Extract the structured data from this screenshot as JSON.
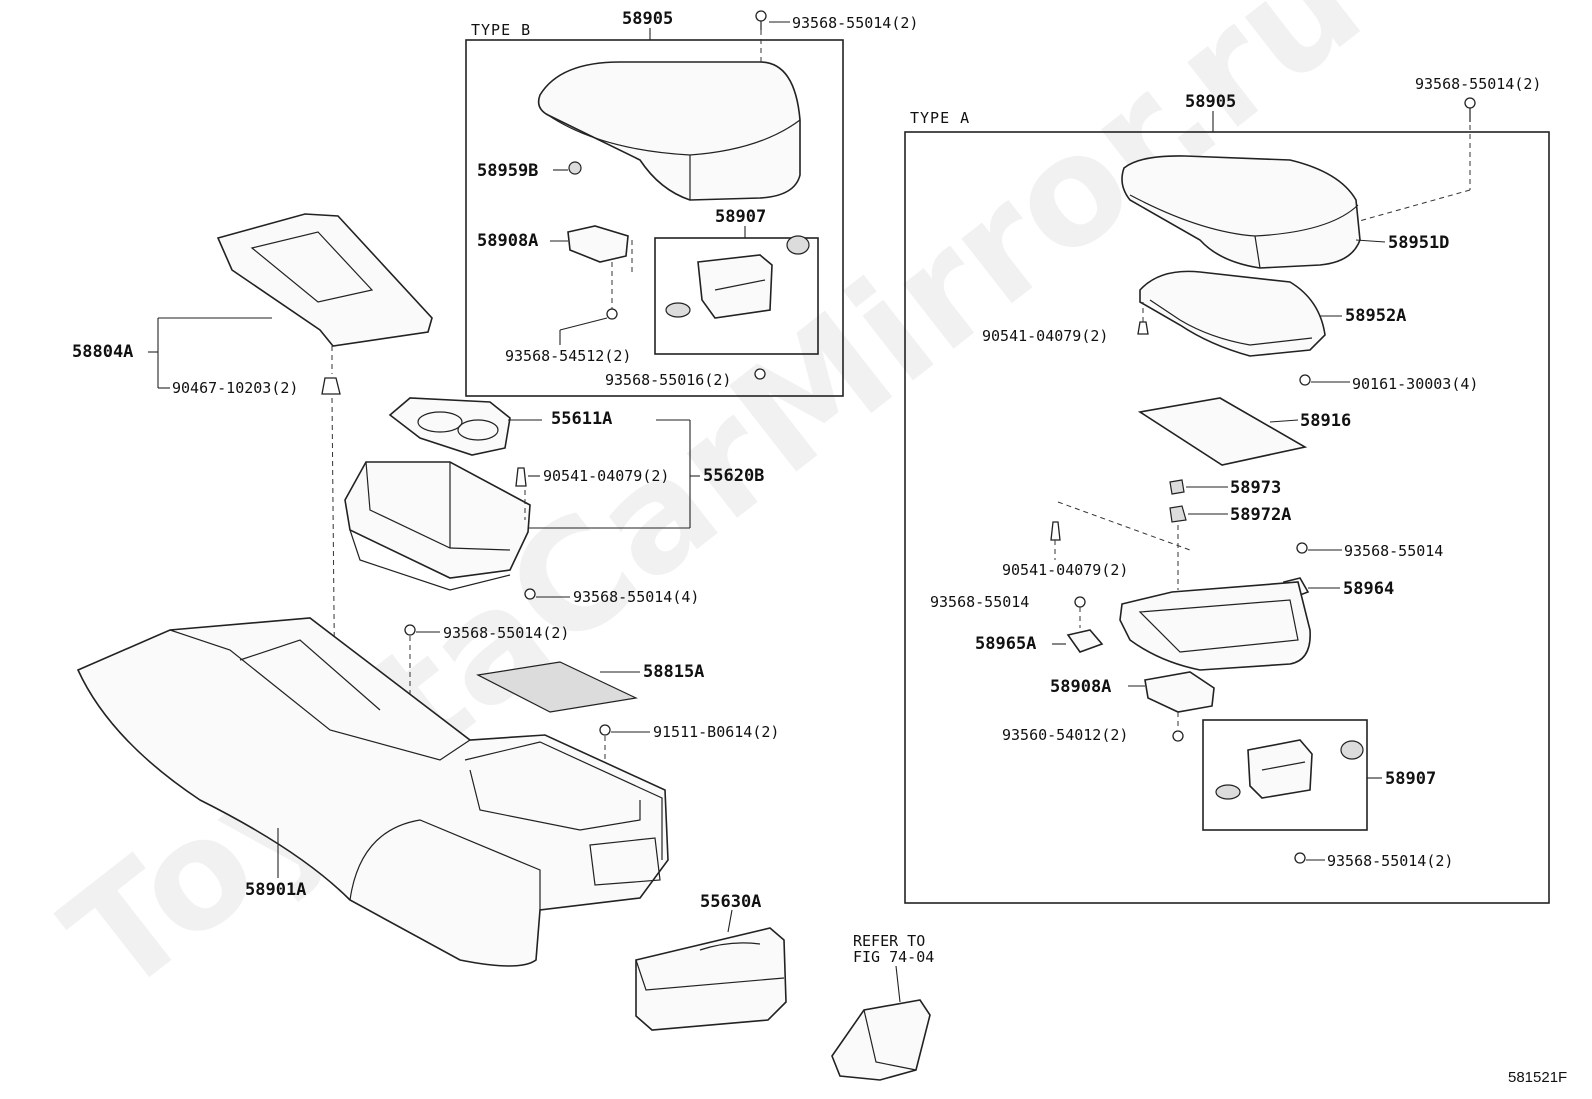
{
  "watermark": "ToyotaCarMirror.ru",
  "diagram_code": "581521F",
  "reference_note": {
    "line1": "REFER TO",
    "line2": "FIG 74-04"
  },
  "type_b": {
    "header": "TYPE B",
    "top_part": "58905",
    "screw_top": "93568-55014(2)",
    "cap": "58959B",
    "hinge": "58908A",
    "lock_assy": "58907",
    "screw_hinge": "93568-54512(2)",
    "screw_lock": "93568-55016(2)"
  },
  "type_a": {
    "header": "TYPE A",
    "top_part": "58905",
    "screw_top": "93568-55014(2)",
    "lid_cover": "58951D",
    "lid_panel": "58952A",
    "clip_lid": "90541-04079(2)",
    "screw_lid": "90161-30003(4)",
    "pad": "58916",
    "stopper": "58973",
    "stopper_2": "58972A",
    "screw_hinge_r": "93568-55014",
    "hinge_r": "58964",
    "clip_base": "90541-04079(2)",
    "screw_hinge_l": "93568-55014",
    "hinge_l": "58965A",
    "hinge_lower": "58908A",
    "screw_lower": "93560-54012(2)",
    "lock_assy": "58907",
    "screw_bottom": "93568-55014(2)"
  },
  "main": {
    "panel": "58804A",
    "clip_panel": "90467-10203(2)",
    "cup_holder_insert": "55611A",
    "clip_cup": "90541-04079(2)",
    "cup_holder_assy": "55620B",
    "screw_cup": "93568-55014(4)",
    "screw_console": "93568-55014(2)",
    "mat": "58815A",
    "screw_rear": "91511-B0614(2)",
    "console_box": "58901A",
    "rear_pocket": "55630A"
  }
}
